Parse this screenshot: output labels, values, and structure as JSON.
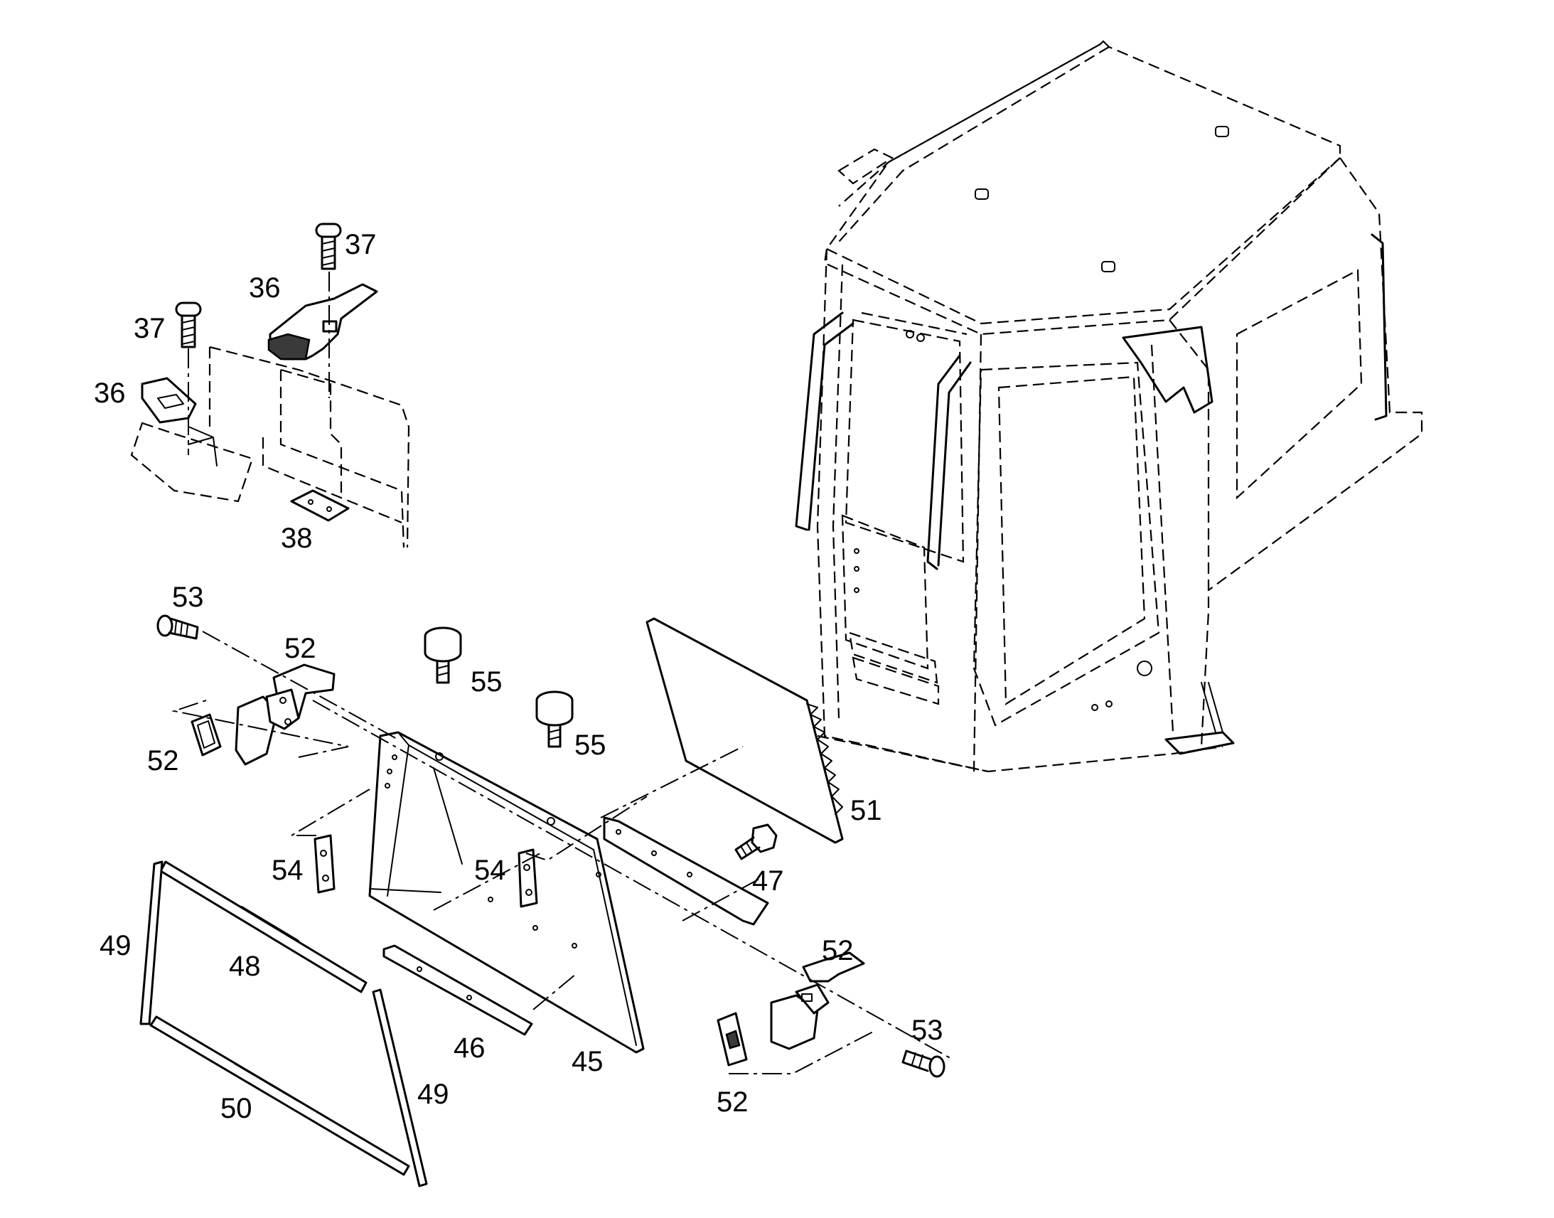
{
  "callouts": [
    {
      "id": "c37a",
      "text": "37"
    },
    {
      "id": "c36a",
      "text": "36"
    },
    {
      "id": "c37b",
      "text": "37"
    },
    {
      "id": "c36b",
      "text": "36"
    },
    {
      "id": "c38",
      "text": "38"
    },
    {
      "id": "c53a",
      "text": "53"
    },
    {
      "id": "c52a",
      "text": "52"
    },
    {
      "id": "c52b",
      "text": "52"
    },
    {
      "id": "c55a",
      "text": "55"
    },
    {
      "id": "c55b",
      "text": "55"
    },
    {
      "id": "c51",
      "text": "51"
    },
    {
      "id": "c54a",
      "text": "54"
    },
    {
      "id": "c54b",
      "text": "54"
    },
    {
      "id": "c47",
      "text": "47"
    },
    {
      "id": "c49a",
      "text": "49"
    },
    {
      "id": "c48",
      "text": "48"
    },
    {
      "id": "c52c",
      "text": "52"
    },
    {
      "id": "c53b",
      "text": "53"
    },
    {
      "id": "c46",
      "text": "46"
    },
    {
      "id": "c45",
      "text": "45"
    },
    {
      "id": "c52d",
      "text": "52"
    },
    {
      "id": "c50",
      "text": "50"
    },
    {
      "id": "c49b",
      "text": "49"
    }
  ]
}
